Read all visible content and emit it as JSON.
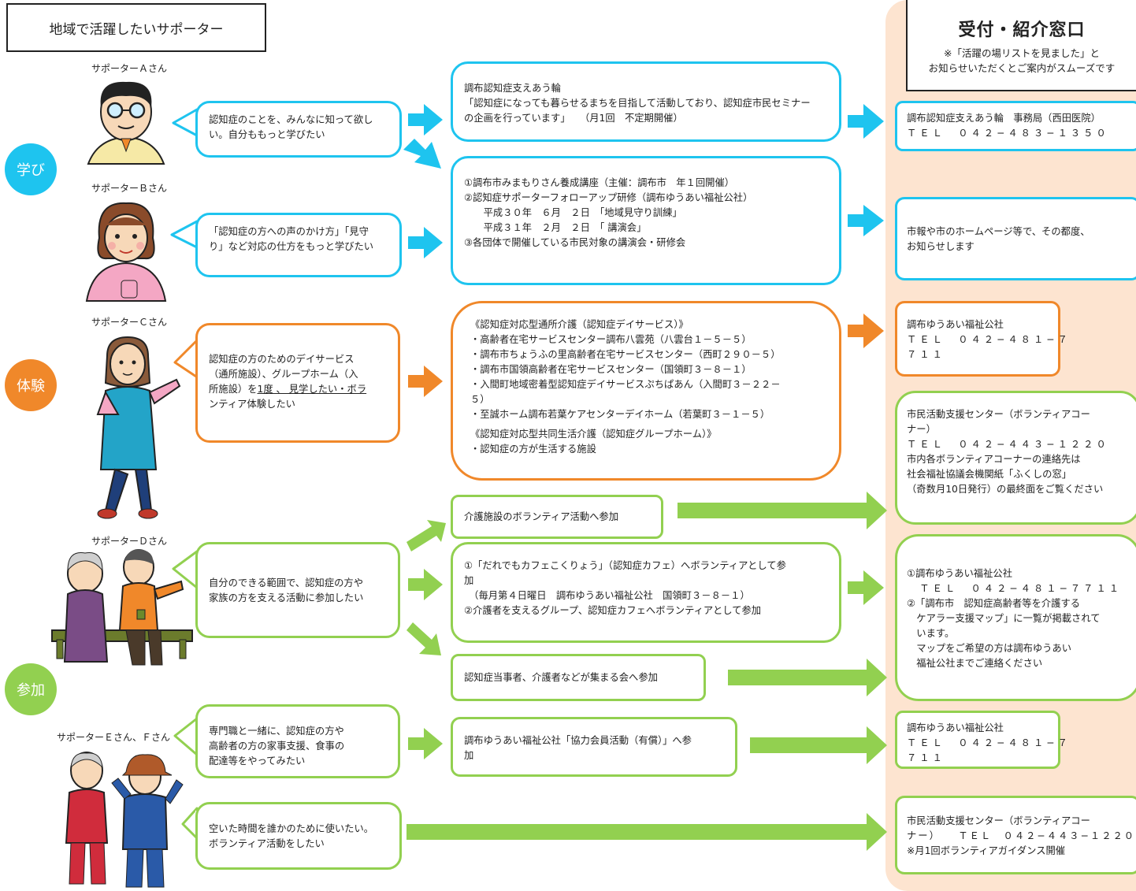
{
  "title": "地域で活躍したいサポーター",
  "reception": {
    "title": "受付・紹介窓口",
    "note1": "※「活躍の場リストを見ました」と",
    "note2": "お知らせいただくとご案内がスムーズです"
  },
  "categories": {
    "learn": "学び",
    "experience": "体験",
    "participate": "参加"
  },
  "supporters": {
    "a": "サポーターＡさん",
    "b": "サポーターＢさん",
    "c": "サポーターＣさん",
    "d": "サポーターＤさん",
    "ef": "サポーターＥさん、Ｆさん"
  },
  "wishes": {
    "a": [
      "認知症のことを、みんなに知って欲し",
      "い。自分ももっと学びたい"
    ],
    "b": [
      "「認知症の方への声のかけ方」「見守",
      "り」など対応の仕方をもっと学びたい"
    ],
    "c1": "認知症の方のためのデイサービス",
    "c2": "（通所施設）、グループホーム（入",
    "c3_pre": "所施設）を",
    "c3_underlined": "1度 、 見学したい・ボラ",
    "c4": "ンティア体験したい",
    "d": [
      "自分のできる範囲で、認知症の方や",
      "家族の方を支える活動に参加したい"
    ],
    "e": [
      "専門職と一緒に、認知症の方や",
      "高齢者の方の家事支援、食事の",
      "配達等をやってみたい"
    ],
    "f": [
      "空いた時間を誰かのために使いたい。",
      "ボランティア活動をしたい"
    ]
  },
  "activities": {
    "a1": [
      "調布認知症支えあう輪",
      "「認知症になっても暮らせるまちを目指して活動しており、認知症市民セミナー",
      "の企画を行っています」　　（月1回　不定期開催）"
    ],
    "b1": [
      "①調布市みまもりさん養成講座（主催：調布市　年１回開催）",
      "②認知症サポーターフォローアップ研修（調布ゆうあい福祉公社）",
      "　　平成３０年　６月　２日　「地域見守り訓練」",
      "　　平成３１年　２月　２日　「 講演会」",
      "③各団体で開催している市民対象の講演会・研修会"
    ],
    "c1": [
      "《認知症対応型通所介護（認知症デイサービス）》",
      "・高齢者在宅サービスセンター調布八雲苑（八雲台１－５－５）",
      "・調布市ちょうふの里高齢者在宅サービスセンター（西町２９０－５）",
      "・調布市国領高齢者在宅サービスセンター（国領町３－８－１）",
      "・入間町地域密着型認知症デイサービスぷちぱあん（入間町３－２２－",
      "５）",
      "・至誠ホーム調布若葉ケアセンターデイホーム（若葉町３－１－５）"
    ],
    "c2": [
      "《認知症対応型共同生活介護（認知症グループホーム）》",
      "・認知症の方が生活する施設"
    ],
    "d1": "介護施設のボランティア活動へ参加",
    "d2": [
      "①「だれでもカフェこくりょう」（認知症カフェ）へボランティアとして参",
      "加",
      "　（毎月第４日曜日　調布ゆうあい福祉公社　国領町３－８－１）",
      "②介護者を支えるグループ、認知症カフェへボランティアとして参加"
    ],
    "d3": "認知症当事者、介護者などが集まる会へ参加",
    "e1": [
      "調布ゆうあい福祉公社「協力会員活動（有償）」へ参",
      "加"
    ]
  },
  "contacts": {
    "c1": {
      "name": "調布認知症支えあう輪　事務局（西田医院）",
      "tel": "ＴＥＬ　０４２−４８３−１３５０"
    },
    "c2": [
      "市報や市のホームページ等で、その都度、",
      "お知らせします"
    ],
    "c3": {
      "name": "調布ゆうあい福祉公社",
      "tel1": "ＴＥＬ　０４２−４８１−７",
      "tel2": "７１１"
    },
    "c4": [
      "市民活動支援センター（ボランティアコー",
      "ナー）",
      "ＴＥＬ　０４２−４４３−１２２０",
      "市内各ボランティアコーナーの連絡先は",
      "社会福祉協議会機関紙「ふくしの窓」",
      "（奇数月10日発行）の最終面をご覧ください"
    ],
    "c5": [
      "①調布ゆうあい福祉公社",
      "　ＴＥＬ　０４２−４８１−７７１１",
      "②「調布市　認知症高齢者等を介護する",
      "　ケアラー支援マップ」に一覧が掲載されて",
      "　います。",
      "　マップをご希望の方は調布ゆうあい",
      "　福祉公社までご連絡ください"
    ],
    "c6": {
      "name": "調布ゆうあい福祉公社",
      "tel1": "ＴＥＬ　０４２−４８１−７",
      "tel2": "７１１"
    },
    "c7": [
      "市民活動支援センター（ボランティアコー",
      "ナー）　　ＴＥＬ　０４２−４４３−１２２０",
      "※月1回ボランティアガイダンス開催"
    ]
  },
  "colors": {
    "learn": "#1ec4ef",
    "experience": "#f0882a",
    "participate": "#92d050",
    "panel": "#fde4d0"
  }
}
